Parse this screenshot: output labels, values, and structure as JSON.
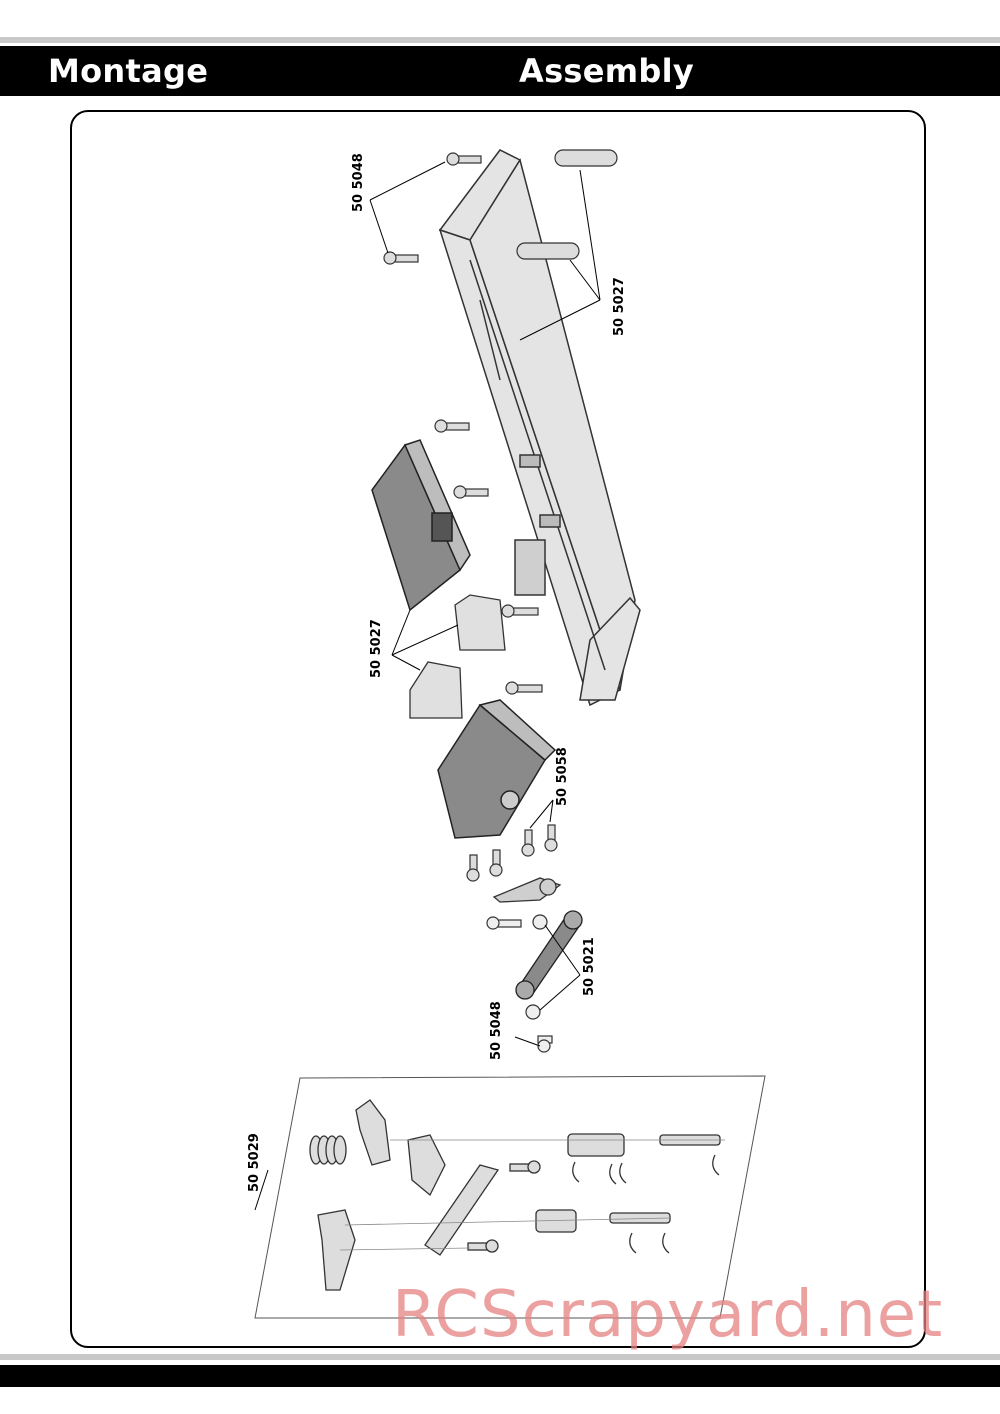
{
  "header": {
    "title_left": "Montage",
    "title_right": "Assembly"
  },
  "part_labels": {
    "top_screws": "50 5048",
    "top_posts": "50 5027",
    "mid_mounts": "50 5027",
    "servo_screws": "50 5058",
    "linkage": "50 5021",
    "bottom_screw": "50 5048",
    "saver_kit": "50 5029"
  },
  "watermark": "RCScrapyard.net",
  "colors": {
    "bar": "#000000",
    "rule": "#c8c8c8",
    "part_fill": "#d6d6d6",
    "part_dark": "#8a8a8a",
    "watermark": "#e68282"
  }
}
